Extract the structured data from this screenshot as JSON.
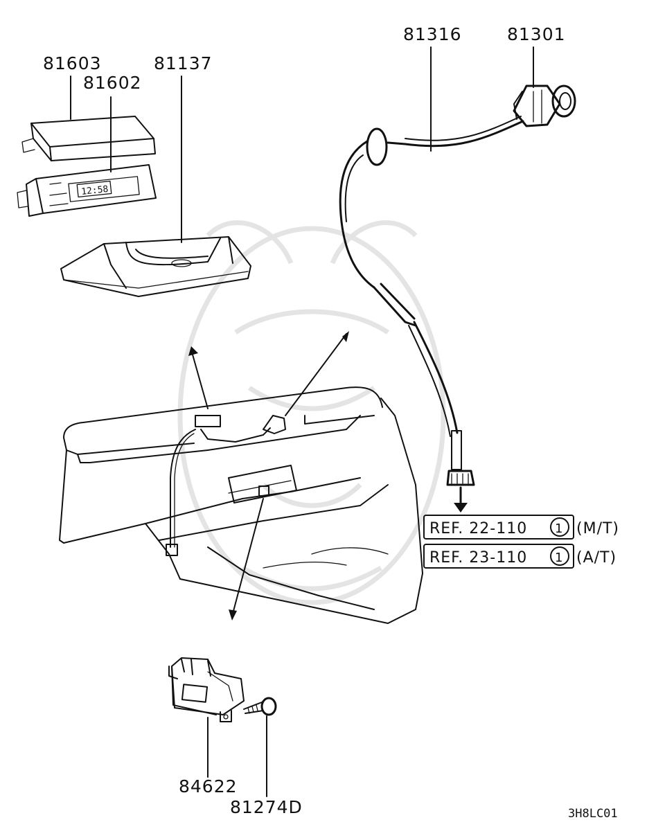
{
  "labels": {
    "p81603": "81603",
    "p81602": "81602",
    "p81137": "81137",
    "p81316": "81316",
    "p81301": "81301",
    "p84622": "84622",
    "p81274d": "81274D"
  },
  "clock_display": "12:58",
  "references": [
    {
      "text": "REF. 22-110",
      "circled": "1",
      "suffix": "(M/T)"
    },
    {
      "text": "REF. 23-110",
      "circled": "1",
      "suffix": "(A/T)"
    }
  ],
  "diagram_code": "3H8LC01"
}
